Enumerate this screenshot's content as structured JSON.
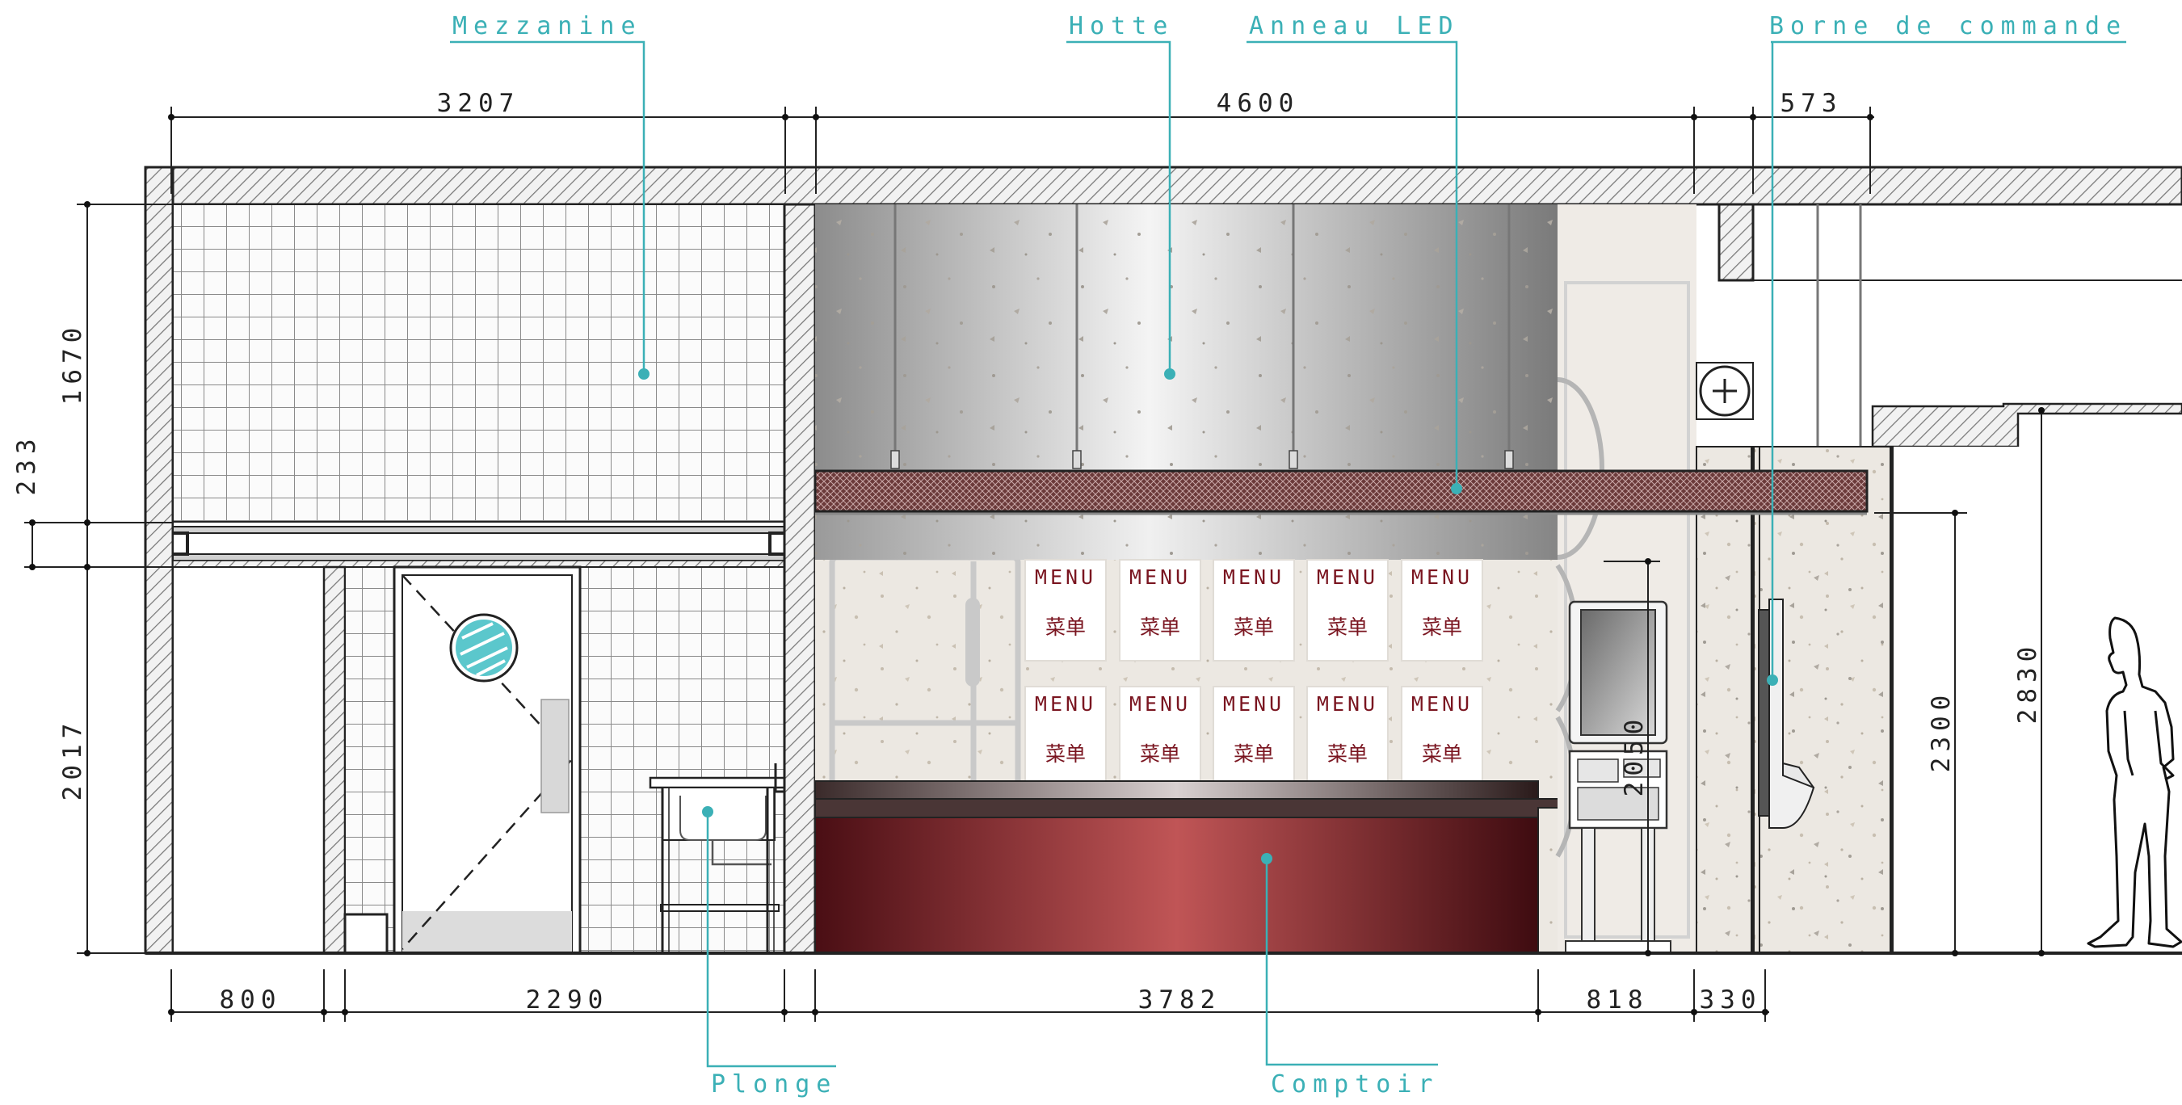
{
  "labels": {
    "mezzanine": "Mezzanine",
    "hotte": "Hotte",
    "anneau": "Anneau LED",
    "borne": "Borne de commande",
    "plonge": "Plonge",
    "comptoir": "Comptoir"
  },
  "dims": {
    "top_3207": "3207",
    "top_4600": "4600",
    "top_573": "573",
    "left_1670": "1670",
    "left_233": "233",
    "left_2017": "2017",
    "bottom_800": "800",
    "bottom_2290": "2290",
    "bottom_3782": "3782",
    "bottom_818": "818",
    "bottom_330": "330",
    "kiosk_2050": "2050",
    "right_2300": "2300",
    "right_2830": "2830"
  },
  "menu": {
    "title": "MENU",
    "chinese": "菜单"
  },
  "colors": {
    "accent": "#3bb0b6",
    "counter": "#a23a40",
    "line": "#222222"
  }
}
